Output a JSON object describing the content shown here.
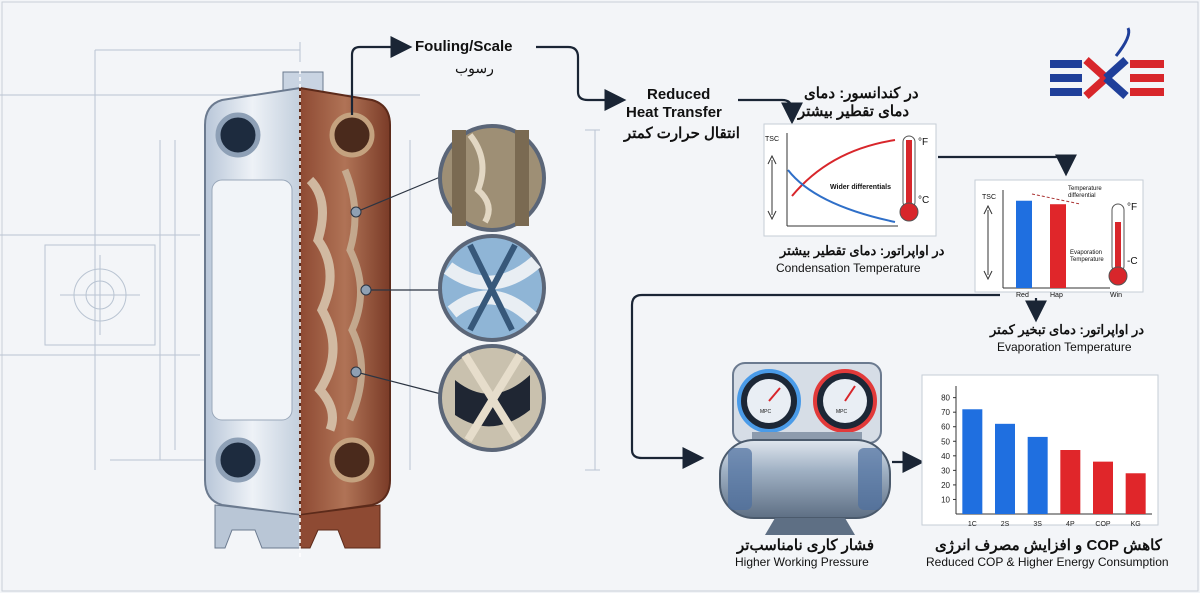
{
  "labels": {
    "fouling_en": "Fouling/Scale",
    "fouling_fa": "رسوب",
    "reduced_line1": "Reduced",
    "reduced_line2": "Heat Transfer",
    "reduced_fa": "انتقال حرارت کمتر",
    "condenser_fa_line1": "در کندانسور: دمای",
    "condenser_fa_line2": "دمای تقطیر بیشتر",
    "condensation_fa": "در اواپراتور: دمای تقطیر بیشتر",
    "condensation_en": "Condensation Temperature",
    "evaporation_fa": "در اواپراتور: دمای تبخیر کمتر",
    "evaporation_en": "Evaporation Temperature",
    "pressure_fa": "فشار کاری نامناسب‌تر",
    "pressure_en": "Higher Working Pressure",
    "cop_fa": "کاهش COP و افزایش مصرف انرژی",
    "cop_en": "Reduced COP & Higher Energy Consumption"
  },
  "condenser_chart": {
    "y_label": "TSC",
    "annotation": "Wider differentials",
    "therm_top": "°F",
    "therm_bottom": "°C"
  },
  "evap_chart": {
    "y_label": "TSC",
    "categories": [
      "Red",
      "Hap",
      "Win"
    ],
    "values": [
      100,
      96
    ],
    "ylim": [
      0,
      110
    ],
    "annotation_top": "Temperature differential",
    "annotation_bottom": "Evaporation Temperature",
    "therm_top": "°F",
    "therm_bottom": "-C"
  },
  "gauges": {
    "left_label": "MPC",
    "right_label": "MPC"
  },
  "chart_data": {
    "type": "bar",
    "categories": [
      "1C",
      "2S",
      "3S",
      "4P",
      "COP",
      "KG"
    ],
    "values": [
      72,
      62,
      53,
      44,
      36,
      28
    ],
    "yticks": [
      10,
      20,
      30,
      40,
      50,
      60,
      70,
      80
    ],
    "ylim": [
      0,
      88
    ],
    "colors": [
      "#1f6fe0",
      "#1f6fe0",
      "#1f6fe0",
      "#e0262a",
      "#e0262a",
      "#e0262a"
    ]
  },
  "colors": {
    "blue": "#1f3f9a",
    "red": "#d8262b",
    "rust": "#9c4a30"
  }
}
